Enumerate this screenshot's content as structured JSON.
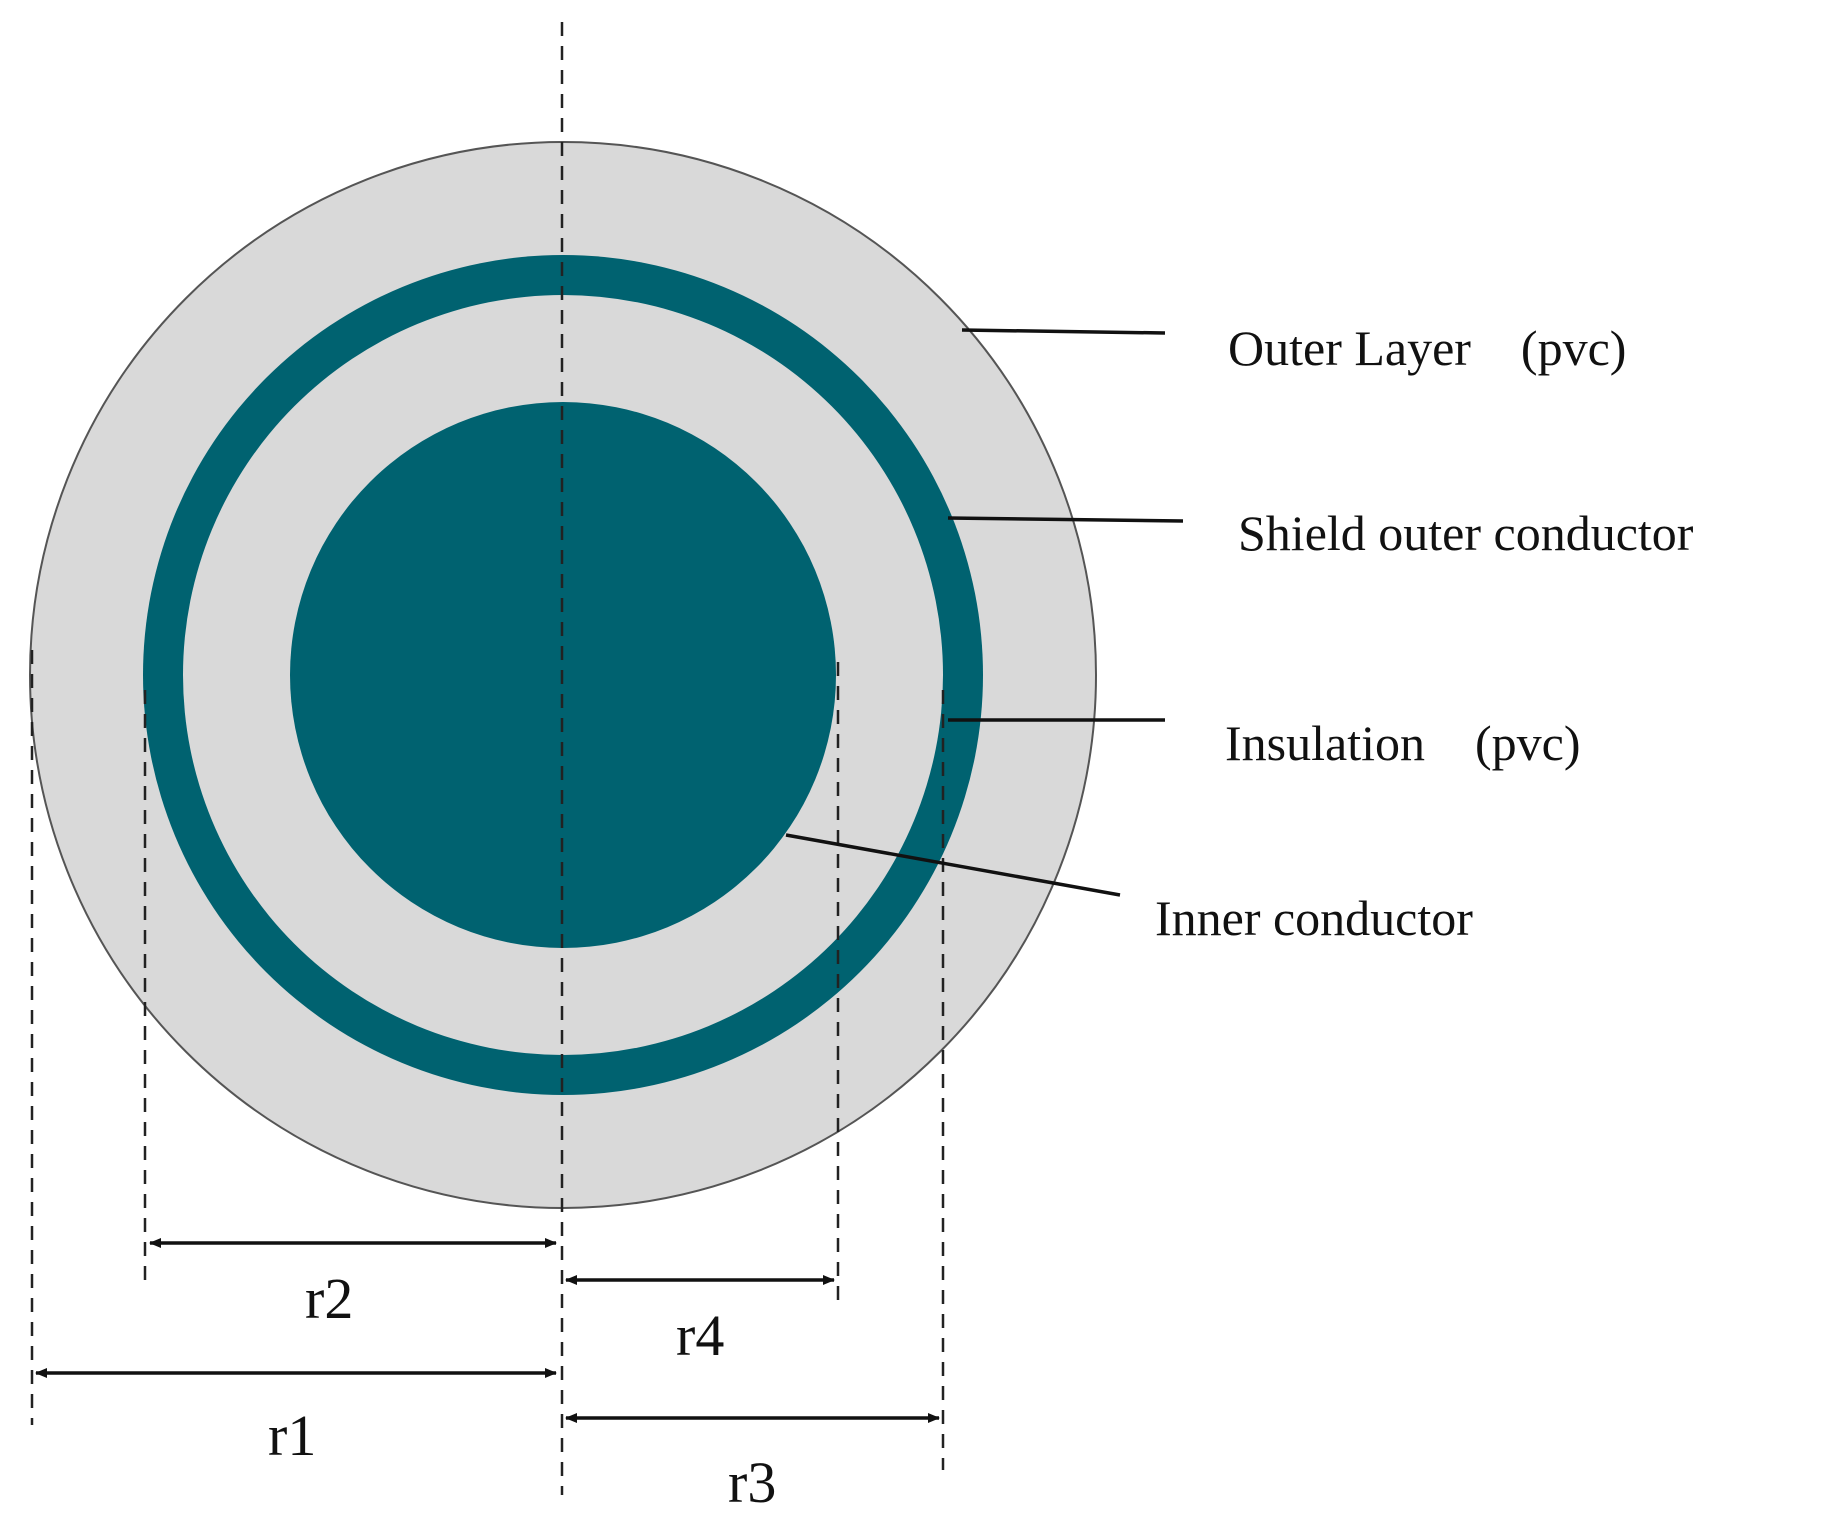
{
  "colors": {
    "background": "#ffffff",
    "outer_layer_fill": "#d9d9d9",
    "outer_layer_outline": "#555555",
    "conductor_fill": "#006270",
    "insulation_fill": "#d9d9d9",
    "line": "#111111"
  },
  "layers": [
    {
      "key": "outer_layer",
      "label": "Outer Layer　(pvc)"
    },
    {
      "key": "shield",
      "label": "Shield outer conductor"
    },
    {
      "key": "insulation",
      "label": "Insulation　(pvc)"
    },
    {
      "key": "inner_conductor",
      "label": "Inner conductor"
    }
  ],
  "dimensions": {
    "r1": "r1",
    "r2": "r2",
    "r3": "r3",
    "r4": "r4"
  }
}
